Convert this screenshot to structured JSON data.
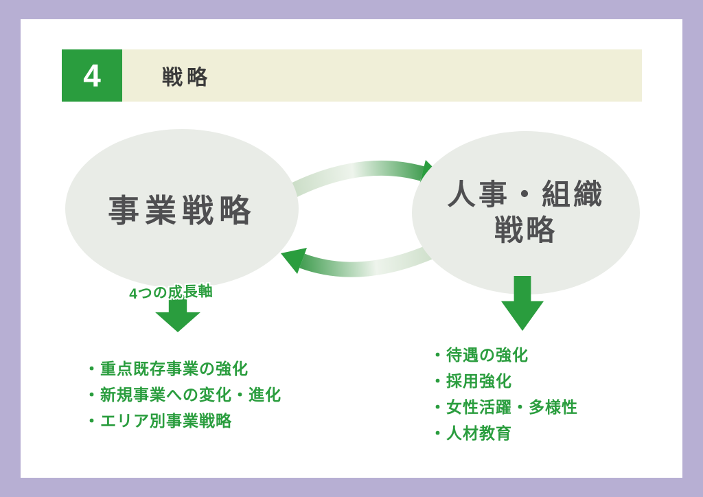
{
  "header": {
    "number": "4",
    "title": "戦略"
  },
  "diagram": {
    "left_ellipse_label": "事業戦略",
    "right_ellipse_label_line1": "人事・組織",
    "right_ellipse_label_line2": "戦略",
    "growth_label": "4つの成長軸",
    "left_bullets": [
      "・重点既存事業の強化",
      "・新規事業への変化・進化",
      "・エリア別事業戦略"
    ],
    "right_bullets": [
      "・待遇の強化",
      "・採用強化",
      "・女性活躍・多様性",
      "・人材教育"
    ]
  },
  "colors": {
    "frame": "#b7afd3",
    "accent_green": "#2a9d3e",
    "header_bar": "#f0efd8",
    "ellipse_fill": "#e9ece7",
    "ellipse_text": "#4f4f51"
  }
}
